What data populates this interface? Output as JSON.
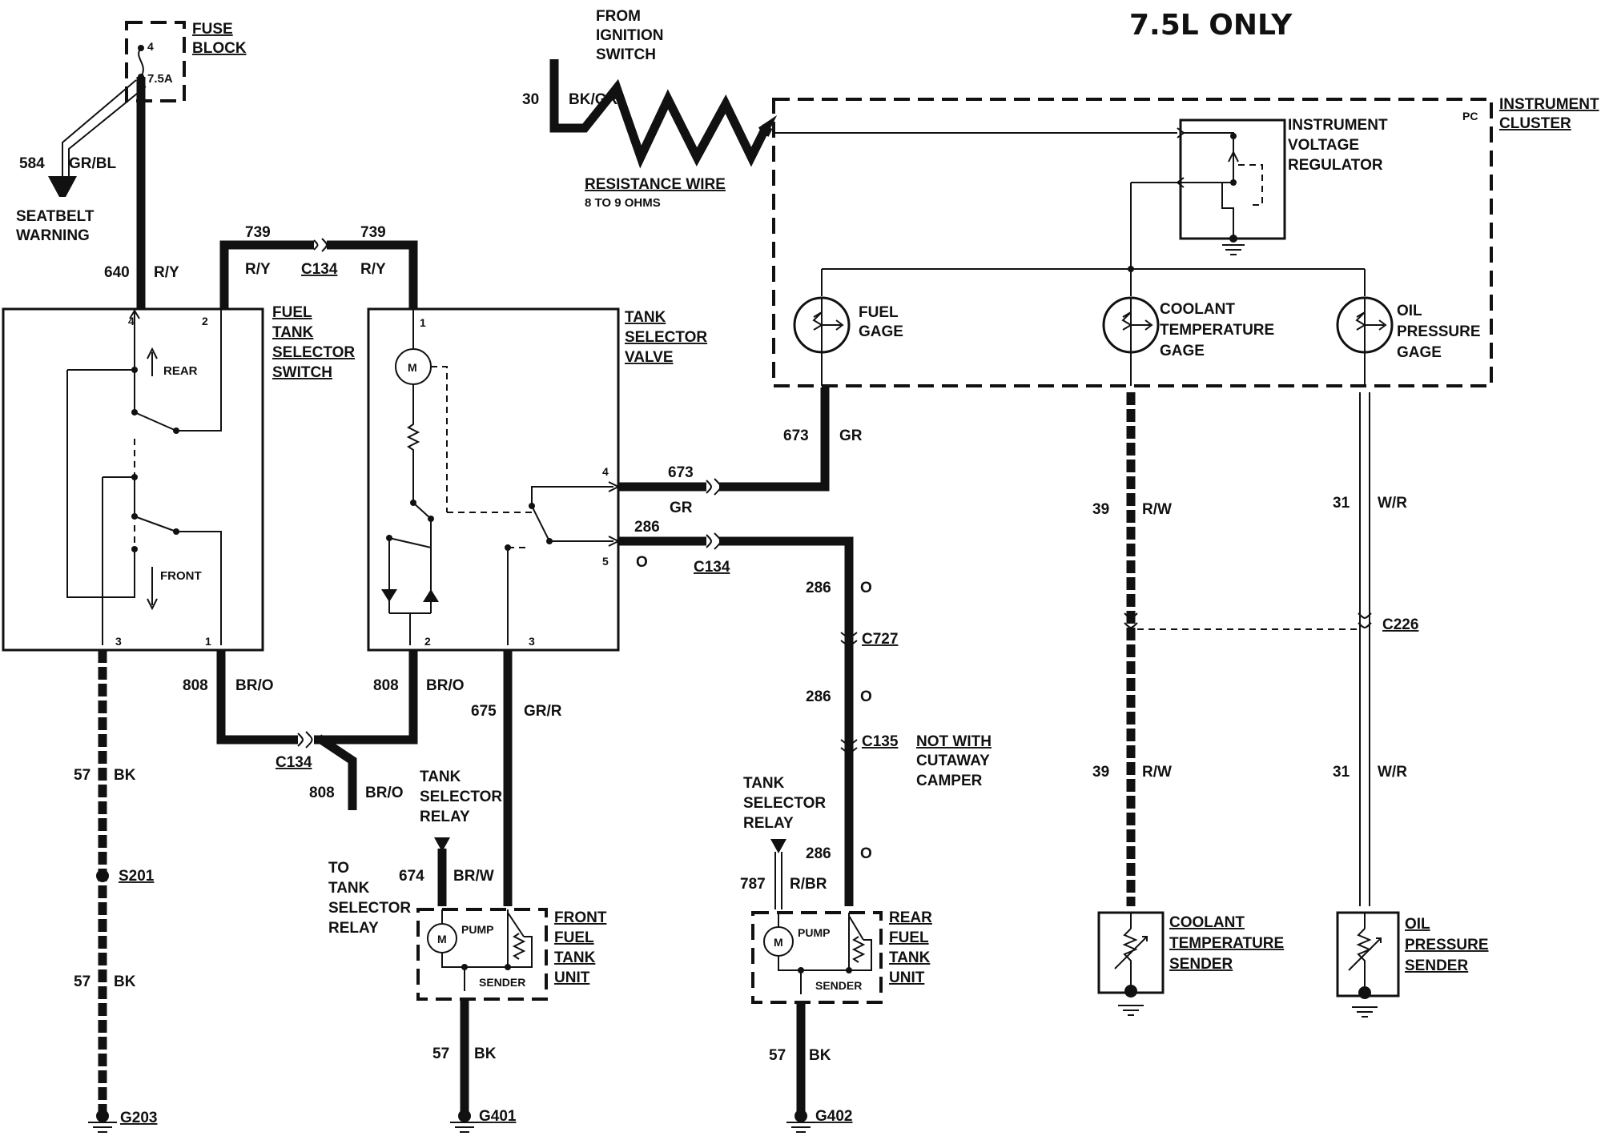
{
  "title": "7.5L ONLY",
  "fuse": {
    "label_1": "FUSE",
    "label_2": "BLOCK",
    "pin": "4",
    "rating": "7.5A"
  },
  "seatbelt": {
    "circuit": "584",
    "color": "GR/BL",
    "label_1": "SEATBELT",
    "label_2": "WARNING"
  },
  "wires": {
    "w640": {
      "circuit": "640",
      "color": "R/Y"
    },
    "w739_left": {
      "circuit": "739",
      "color": "R/Y"
    },
    "w739_right": {
      "circuit": "739",
      "color": "R/Y"
    },
    "w673_top": {
      "circuit": "673",
      "color": "GR"
    },
    "w673_mid": {
      "circuit": "673",
      "color": "GR"
    },
    "w286_mid": {
      "circuit": "286",
      "color": "O"
    },
    "w286_a": {
      "circuit": "286",
      "color": "O"
    },
    "w286_b": {
      "circuit": "286",
      "color": "O"
    },
    "w286_c": {
      "circuit": "286",
      "color": "O"
    },
    "w808_left": {
      "circuit": "808",
      "color": "BR/O"
    },
    "w808_right": {
      "circuit": "808",
      "color": "BR/O"
    },
    "w808_branch": {
      "circuit": "808",
      "color": "BR/O"
    },
    "w675": {
      "circuit": "675",
      "color": "GR/R"
    },
    "w57_top": {
      "circuit": "57",
      "color": "BK"
    },
    "w57_bottom": {
      "circuit": "57",
      "color": "BK"
    },
    "w57_front": {
      "circuit": "57",
      "color": "BK"
    },
    "w57_rear": {
      "circuit": "57",
      "color": "BK"
    },
    "w674": {
      "circuit": "674",
      "color": "BR/W"
    },
    "w787": {
      "circuit": "787",
      "color": "R/BR"
    },
    "w39_top": {
      "circuit": "39",
      "color": "R/W"
    },
    "w39_bottom": {
      "circuit": "39",
      "color": "R/W"
    },
    "w31_top": {
      "circuit": "31",
      "color": "W/R"
    },
    "w31_bottom": {
      "circuit": "31",
      "color": "W/R"
    },
    "w30": {
      "circuit": "30",
      "color": "BK/GR"
    }
  },
  "connectors": {
    "c134_top": "C134",
    "c134_mid": "C134",
    "c134_bottom": "C134",
    "c727": "C727",
    "c135": "C135",
    "c226": "C226"
  },
  "splices": {
    "s201": "S201"
  },
  "grounds": {
    "g203": "G203",
    "g401": "G401",
    "g402": "G402"
  },
  "ignition": {
    "line_1": "FROM",
    "line_2": "IGNITION",
    "line_3": "SWITCH"
  },
  "resistance_wire": {
    "label": "RESISTANCE WIRE",
    "value": "8 TO 9 OHMS"
  },
  "cluster": {
    "label_1": "INSTRUMENT",
    "label_2": "CLUSTER",
    "pc": "PC"
  },
  "regulator": {
    "line_1": "INSTRUMENT",
    "line_2": "VOLTAGE",
    "line_3": "REGULATOR"
  },
  "gages": {
    "fuel": {
      "line_1": "FUEL",
      "line_2": "GAGE"
    },
    "coolant": {
      "line_1": "COOLANT",
      "line_2": "TEMPERATURE",
      "line_3": "GAGE"
    },
    "oil": {
      "line_1": "OIL",
      "line_2": "PRESSURE",
      "line_3": "GAGE"
    }
  },
  "selector_switch": {
    "line_1": "FUEL",
    "line_2": "TANK",
    "line_3": "SELECTOR",
    "line_4": "SWITCH",
    "rear": "REAR",
    "front": "FRONT",
    "pin_4": "4",
    "pin_2": "2",
    "pin_3": "3",
    "pin_1": "1"
  },
  "selector_valve": {
    "line_1": "TANK",
    "line_2": "SELECTOR",
    "line_3": "VALVE",
    "motor": "M",
    "pin_1": "1",
    "pin_2": "2",
    "pin_3": "3",
    "pin_4": "4",
    "pin_5": "5"
  },
  "not_with": {
    "line_1": "NOT WITH",
    "line_2": "CUTAWAY",
    "line_3": "CAMPER"
  },
  "relay_left": {
    "line_1": "TANK",
    "line_2": "SELECTOR",
    "line_3": "RELAY"
  },
  "relay_to": {
    "line_1": "TO",
    "line_2": "TANK",
    "line_3": "SELECTOR",
    "line_4": "RELAY"
  },
  "relay_right": {
    "line_1": "TANK",
    "line_2": "SELECTOR",
    "line_3": "RELAY"
  },
  "front_unit": {
    "line_1": "FRONT",
    "line_2": "FUEL",
    "line_3": "TANK",
    "line_4": "UNIT",
    "pump": "PUMP",
    "sender": "SENDER",
    "motor": "M"
  },
  "rear_unit": {
    "line_1": "REAR",
    "line_2": "FUEL",
    "line_3": "TANK",
    "line_4": "UNIT",
    "pump": "PUMP",
    "sender": "SENDER",
    "motor": "M"
  },
  "coolant_sender": {
    "line_1": "COOLANT",
    "line_2": "TEMPERATURE",
    "line_3": "SENDER"
  },
  "oil_sender": {
    "line_1": "OIL",
    "line_2": "PRESSURE",
    "line_3": "SENDER"
  }
}
